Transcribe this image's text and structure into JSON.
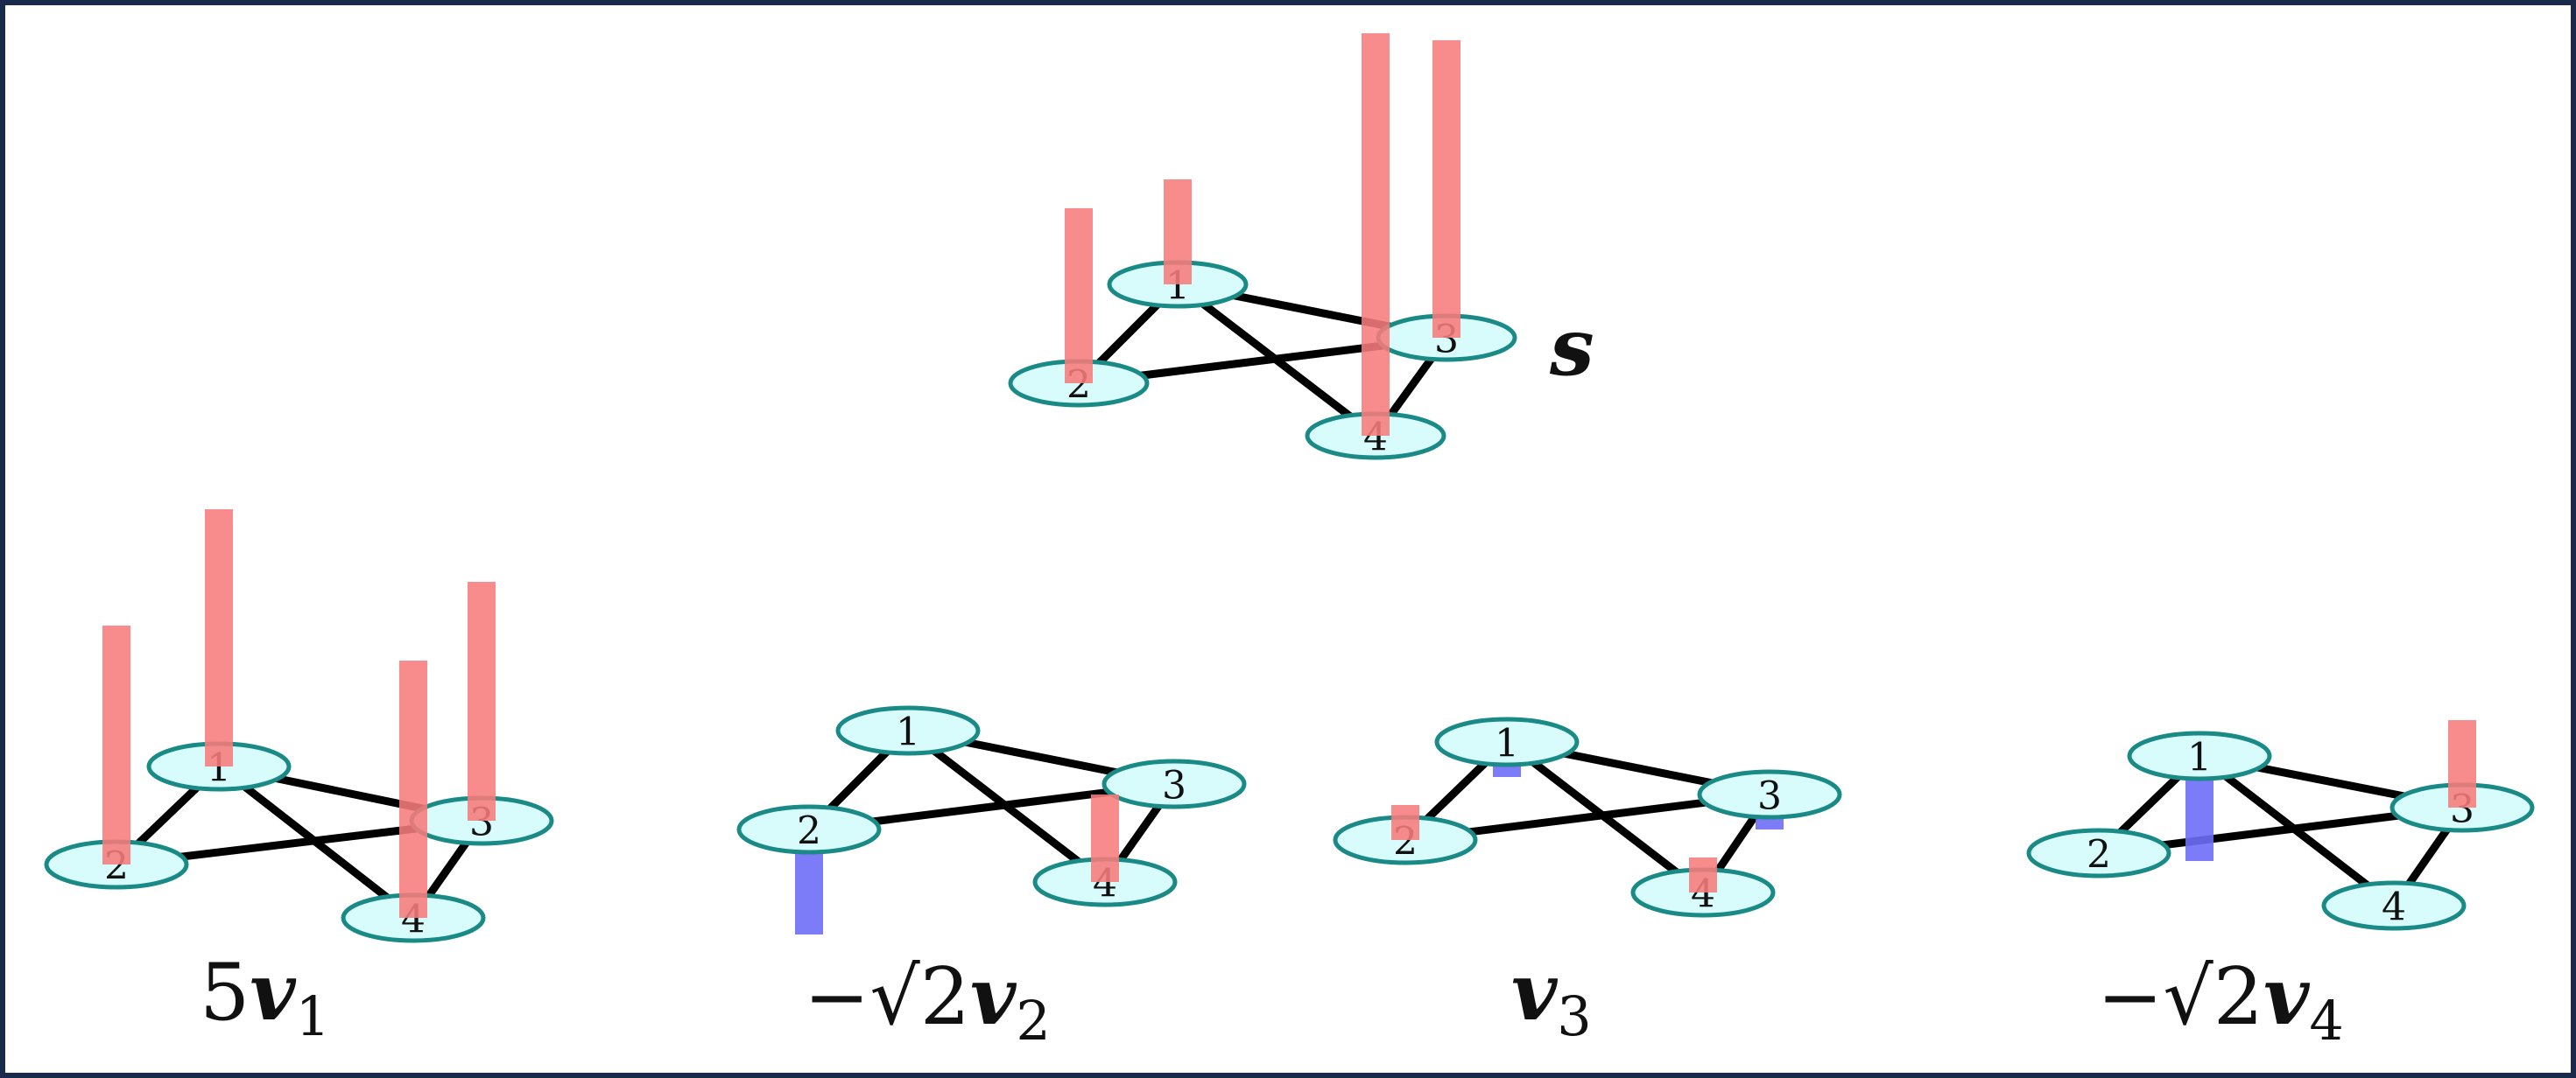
{
  "colors": {
    "positive_bar": "#f77b7b",
    "negative_bar": "#6e6ef7",
    "node_fill": "#d8fbfb",
    "node_stroke": "#1a8a86",
    "edge": "#000000",
    "frame": "#1a2a4a"
  },
  "graph": {
    "node_labels": [
      "1",
      "2",
      "3",
      "4"
    ],
    "edges": [
      [
        "1",
        "2"
      ],
      [
        "1",
        "3"
      ],
      [
        "1",
        "4"
      ],
      [
        "2",
        "3"
      ],
      [
        "3",
        "4"
      ]
    ]
  },
  "panels": [
    {
      "id": "signal",
      "caption_parts": {
        "prefix": "",
        "symbol": "s",
        "sub": ""
      },
      "node_values": {
        "1": 0.6,
        "2": 1.0,
        "3": 1.7,
        "4": 2.3
      }
    },
    {
      "id": "v1",
      "caption_parts": {
        "prefix": "5",
        "symbol": "v",
        "sub": "1"
      },
      "node_values": {
        "1": 1.4,
        "2": 1.3,
        "3": 1.3,
        "4": 1.4
      }
    },
    {
      "id": "v2",
      "caption_parts": {
        "prefix": "−√2",
        "symbol": "v",
        "sub": "2"
      },
      "node_values": {
        "1": 0.0,
        "2": -0.6,
        "3": 0.0,
        "4": 0.5
      }
    },
    {
      "id": "v3",
      "caption_parts": {
        "prefix": "",
        "symbol": "v",
        "sub": "3"
      },
      "node_values": {
        "1": -0.2,
        "2": 0.2,
        "3": -0.2,
        "4": 0.2
      }
    },
    {
      "id": "v4",
      "caption_parts": {
        "prefix": "−√2",
        "symbol": "v",
        "sub": "4"
      },
      "node_values": {
        "1": -0.6,
        "2": 0.0,
        "3": 0.5,
        "4": 0.0
      }
    }
  ]
}
